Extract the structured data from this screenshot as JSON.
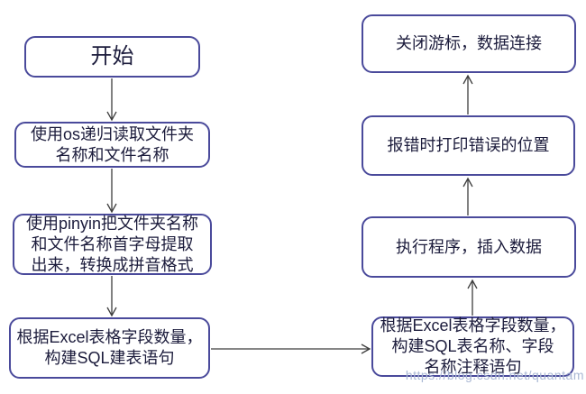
{
  "colors": {
    "box_border": "#4a4a9b",
    "box_text": "#1c1c3c",
    "arrow": "#3d3d3d",
    "watermark": "#aab8d4",
    "page_bg": "#ffffff"
  },
  "diagram": {
    "type": "flowchart",
    "nodes": [
      {
        "id": "start",
        "text": "开始",
        "lines": [
          "开始"
        ]
      },
      {
        "id": "read",
        "text": "使用os递归读取文件夹名称和文件名称",
        "lines": [
          "使用os递归读取文件夹",
          "名称和文件名称"
        ]
      },
      {
        "id": "pinyin",
        "text": "使用pinyin把文件夹名称和文件名称首字母提取出来，转换成拼音格式",
        "lines": [
          "使用pinyin把文件夹名称",
          "和文件名称首字母提取",
          "出来，转换成拼音格式"
        ]
      },
      {
        "id": "create_sql",
        "text": "根据Excel表格字段数量，构建SQL建表语句",
        "lines": [
          "根据Excel表格字段数量，",
          "构建SQL建表语句"
        ]
      },
      {
        "id": "comment_sql",
        "text": "根据Excel表格字段数量，构建SQL表名称、字段名称注释语句",
        "lines": [
          "根据Excel表格字段数量，",
          "构建SQL表名称、字段",
          "名称注释语句"
        ]
      },
      {
        "id": "execute",
        "text": "执行程序，插入数据",
        "lines": [
          "执行程序，插入数据"
        ]
      },
      {
        "id": "error",
        "text": "报错时打印错误的位置",
        "lines": [
          "报错时打印错误的位置"
        ]
      },
      {
        "id": "close",
        "text": "关闭游标，数据连接",
        "lines": [
          "关闭游标，数据连接"
        ]
      }
    ],
    "edges": [
      {
        "from": "start",
        "to": "read",
        "direction": "down"
      },
      {
        "from": "read",
        "to": "pinyin",
        "direction": "down"
      },
      {
        "from": "pinyin",
        "to": "create_sql",
        "direction": "down"
      },
      {
        "from": "create_sql",
        "to": "comment_sql",
        "direction": "right"
      },
      {
        "from": "comment_sql",
        "to": "execute",
        "direction": "up"
      },
      {
        "from": "execute",
        "to": "error",
        "direction": "up"
      },
      {
        "from": "error",
        "to": "close",
        "direction": "up"
      }
    ]
  },
  "watermark": {
    "text": "https://blog.csdn.net/quantam"
  }
}
